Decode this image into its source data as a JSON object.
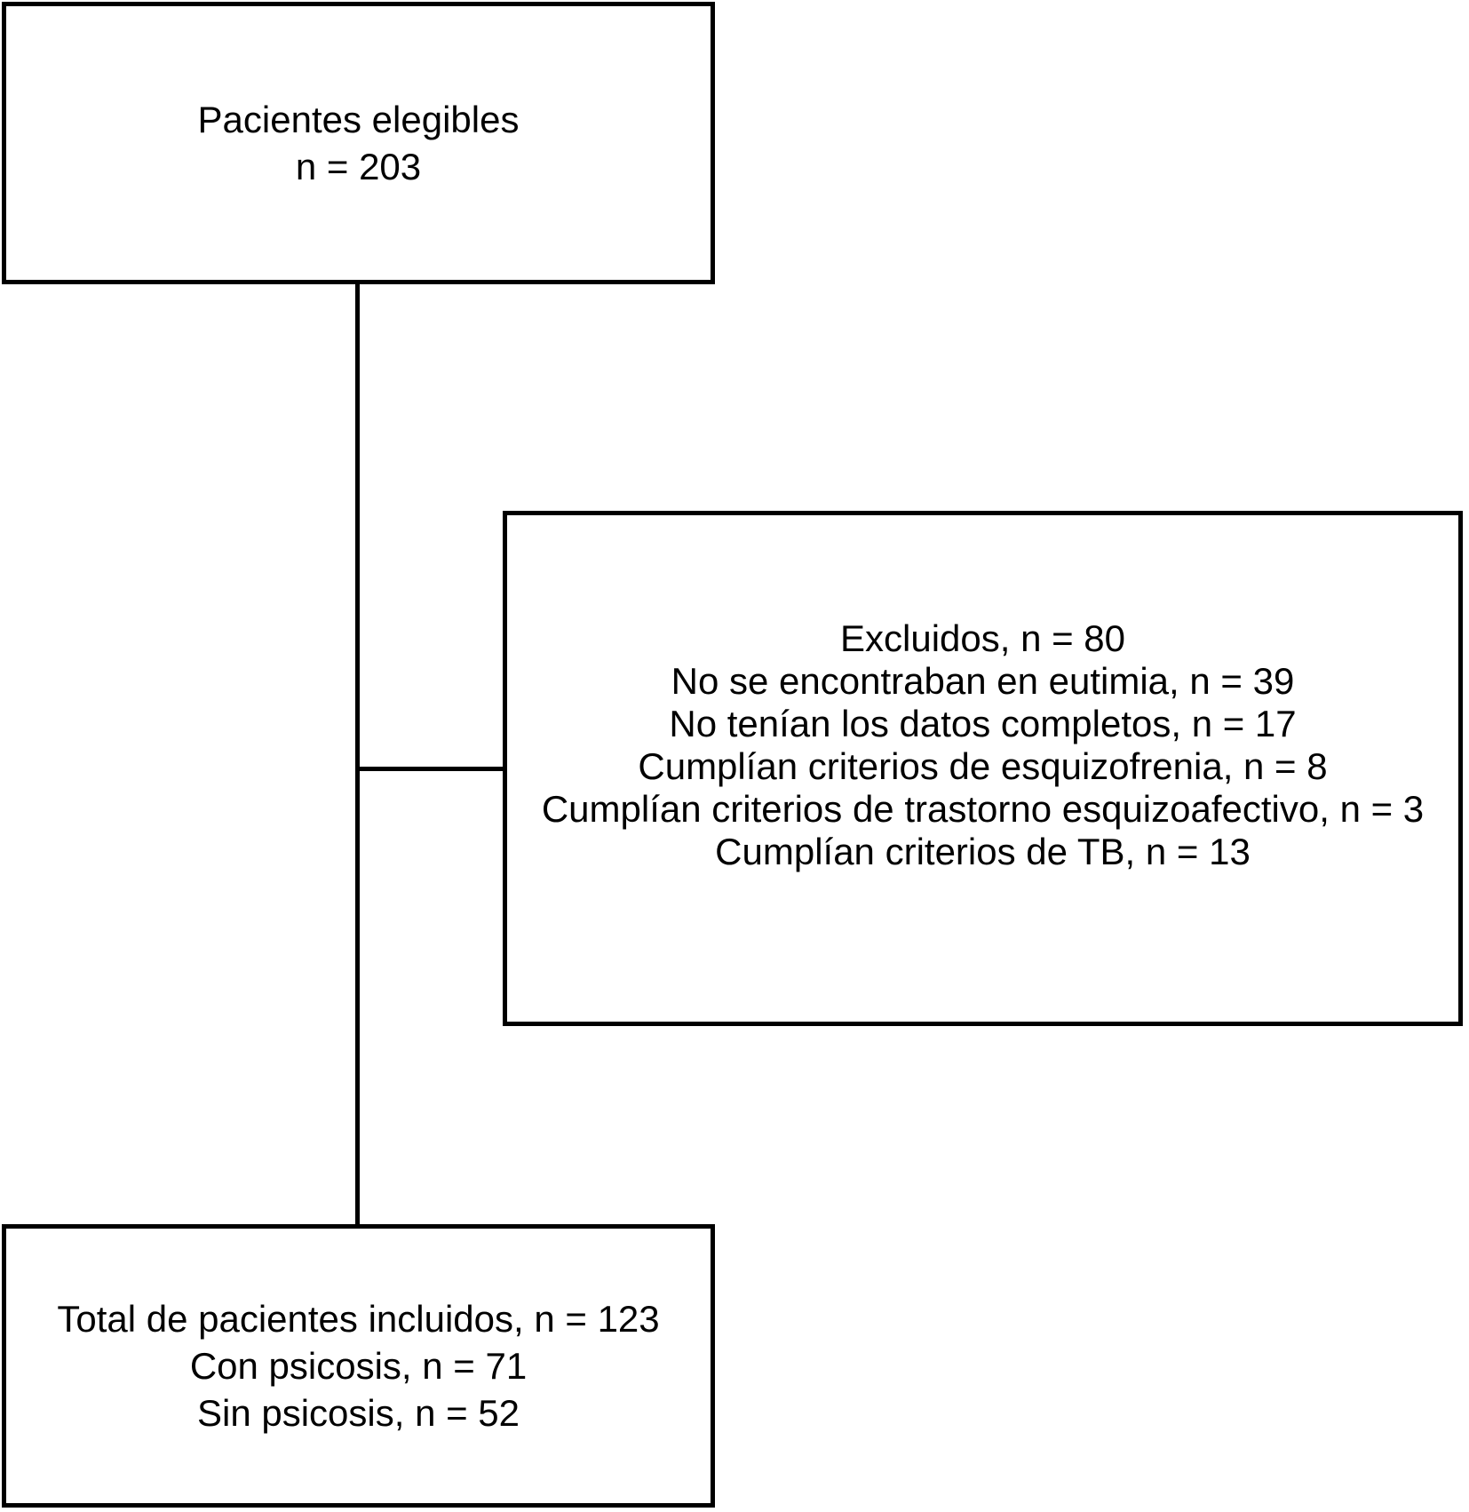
{
  "diagram": {
    "type": "flowchart",
    "colors": {
      "background": "#ffffff",
      "border": "#000000",
      "text": "#000000"
    },
    "boxes": {
      "eligible": {
        "lines": [
          "Pacientes elegibles",
          "n = 203"
        ]
      },
      "excluded": {
        "lines": [
          "Excluidos, n = 80",
          "No se encontraban en eutimia, n = 39",
          "No tenían los datos completos, n = 17",
          "Cumplían criterios de esquizofrenia, n = 8",
          "Cumplían criterios de trastorno esquizoafectivo, n = 3",
          "Cumplían criterios de TB, n = 13"
        ]
      },
      "included": {
        "lines": [
          "Total de pacientes incluidos, n = 123",
          "Con psicosis, n = 71",
          "Sin psicosis, n = 52"
        ]
      }
    }
  }
}
